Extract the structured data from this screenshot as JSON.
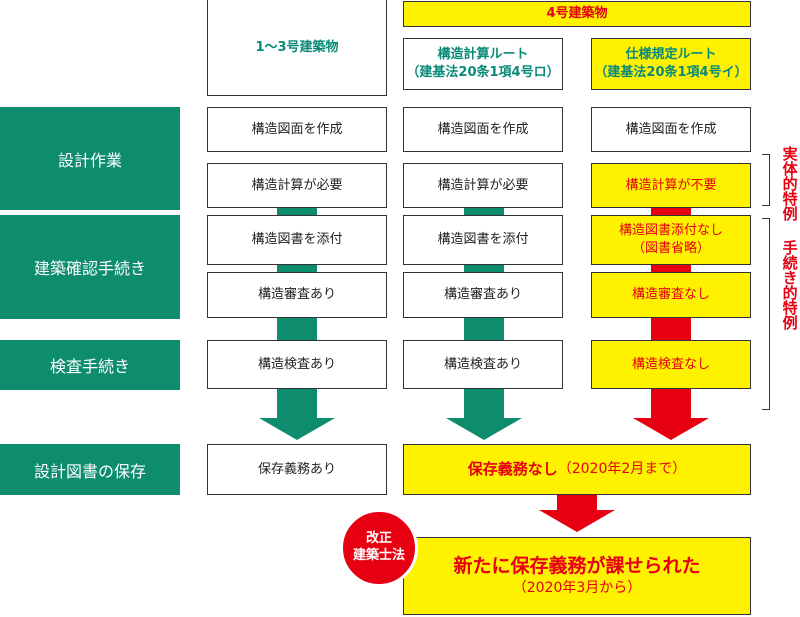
{
  "headers": {
    "col1": "1～3号建築物",
    "group4": "4号建築物",
    "col2_line1": "構造計算ルート",
    "col2_line2": "（建基法20条1項4号ロ）",
    "col3_line1": "仕様規定ルート",
    "col3_line2": "（建基法20条1項4号イ）"
  },
  "categories": {
    "design": "設計作業",
    "confirm": "建築確認手続き",
    "inspect": "検査手続き",
    "storage": "設計図書の保存"
  },
  "col1": {
    "r1": "構造図面を作成",
    "r2": "構造計算が必要",
    "r3": "構造図書を添付",
    "r4": "構造審査あり",
    "r5": "構造検査あり",
    "r6": "保存義務あり"
  },
  "col2": {
    "r1": "構造図面を作成",
    "r2": "構造計算が必要",
    "r3": "構造図書を添付",
    "r4": "構造審査あり",
    "r5": "構造検査あり"
  },
  "col3": {
    "r1": "構造図面を作成",
    "r2": "構造計算が不要",
    "r3_line1": "構造図書添付なし",
    "r3_line2": "（図書省略）",
    "r4": "構造審査なし",
    "r5": "構造検査なし"
  },
  "storage_no": {
    "bold": "保存義務なし",
    "note": "（2020年2月まで）"
  },
  "new_duty": {
    "main": "新たに保存義務が課せられた",
    "note": "（2020年3月から）"
  },
  "badge": {
    "line1": "改正",
    "line2": "建築士法"
  },
  "side_labels": {
    "substantive": "実体的特例",
    "procedural": "手続き的特例"
  },
  "colors": {
    "teal": "#0d8c6e",
    "yellow": "#fff200",
    "red": "#e60012"
  }
}
